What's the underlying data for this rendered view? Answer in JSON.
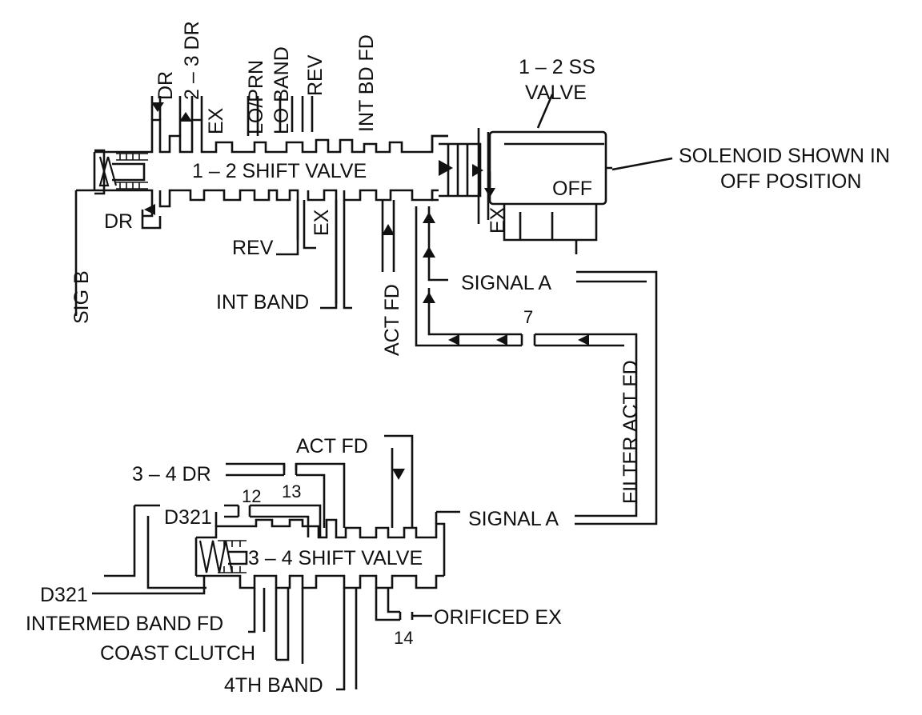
{
  "upper_valve": {
    "title": "1 – 2 SHIFT VALVE",
    "ports_top": {
      "dr": "DR",
      "dr_2_3": "2 – 3 DR",
      "ex": "EX",
      "lo_prn": "LO/PRN",
      "lo_band": "LO BAND",
      "rev": "REV",
      "int_bd_fd": "INT BD FD"
    },
    "ports_bottom": {
      "dr": "DR",
      "rev": "REV",
      "ex": "EX",
      "int_band": "INT BAND",
      "act_fd": "ACT FD",
      "sig_b": "SIG B"
    }
  },
  "solenoid": {
    "valve_label_line1": "1 – 2 SS",
    "valve_label_line2": "VALVE",
    "state": "OFF",
    "ex": "EX",
    "note_line1": "SOLENOID SHOWN IN",
    "note_line2": "OFF POSITION"
  },
  "middle": {
    "signal_a": "SIGNAL A",
    "orifice_7": "7",
    "filter_act_fd": "FILTER ACT FD"
  },
  "lower_valve": {
    "title": "3 – 4 SHIFT VALVE",
    "act_fd": "ACT FD",
    "dr_3_4": "3 – 4 DR",
    "orifice_12": "12",
    "orifice_13": "13",
    "d321_upper": "D321",
    "d321_lower": "D321",
    "signal_a": "SIGNAL A",
    "intermed_band_fd": "INTERMED BAND FD",
    "coast_clutch": "COAST CLUTCH",
    "fourth_band": "4TH BAND",
    "orificed_ex": "ORIFICED EX",
    "orifice_14": "14"
  }
}
